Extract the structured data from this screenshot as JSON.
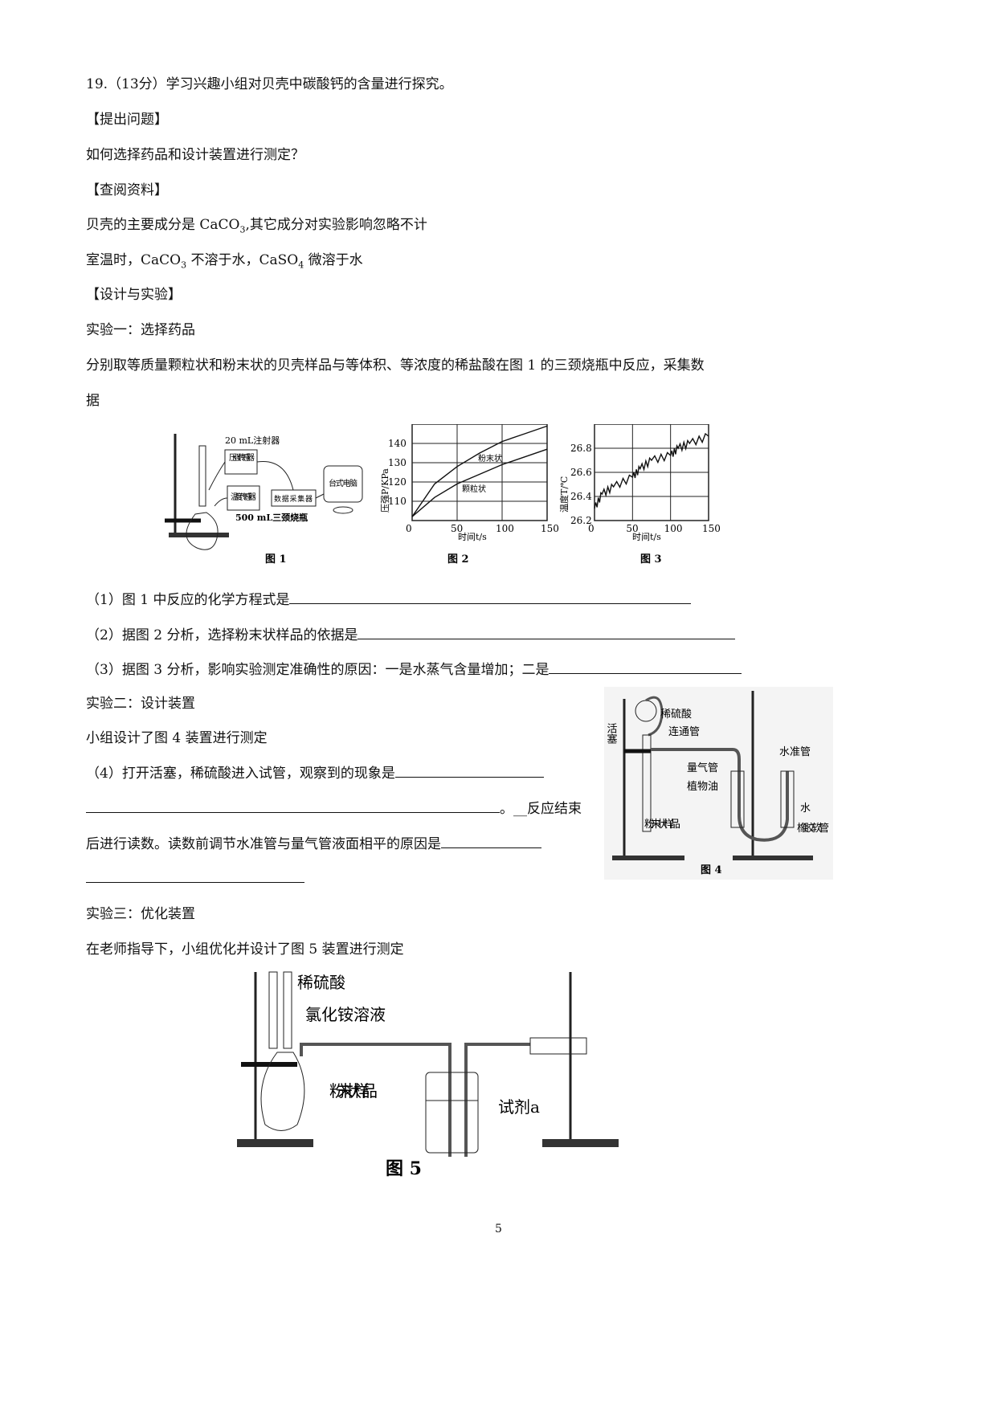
{
  "q_title": "19.（13分）学习兴趣小组对贝壳中碳酸钙的含量进行探究。",
  "h1": "【提出问题】",
  "p1": "如何选择药品和设计装置进行测定？",
  "h2": "【查阅资料】",
  "r1a": "贝壳的主要成分是 CaCO",
  "r1sub": "3",
  "r1b": ",其它成分对实验影响忽略不计",
  "r2a": "室温时，CaCO",
  "r2sub1": "3",
  "r2b": " 不溶于水，CaSO",
  "r2sub2": "4",
  "r2c": " 微溶于水",
  "h3": "【设计与实验】",
  "e1": "实验一：选择药品",
  "e1p_line1": "分别取等质量颗粒状和粉末状的贝壳样品与等体积、等浓度的稀盐酸在图 1 的三颈烧瓶中反应，采集数",
  "e1p_line2": "据",
  "fig1": {
    "caption": "图 1",
    "syringe": "20 mL注射器",
    "pressure_sensor": "压强传感器",
    "temp_sensor": "温度传感器",
    "collector": "数据采集器",
    "computer": "台式电脑",
    "flask": "500 mL三颈烧瓶"
  },
  "fig2": {
    "caption": "图 2",
    "ylabel": "压强P/KPa",
    "xlabel": "时间t/s",
    "yticks": [
      "140",
      "130",
      "120",
      "110"
    ],
    "xticks": [
      "0",
      "50",
      "100",
      "150"
    ],
    "label_powder": "粉末状",
    "label_granule": "颗粒状"
  },
  "fig3": {
    "caption": "图 3",
    "ylabel": "温度T/℃",
    "xlabel": "时间t/s",
    "yticks": [
      "26.8",
      "26.6",
      "26.4",
      "26.2"
    ],
    "xticks": [
      "0",
      "50",
      "100",
      "150"
    ]
  },
  "chart_data": [
    {
      "type": "line",
      "title": "图 2",
      "xlabel": "时间t/s",
      "ylabel": "压强P/KPa",
      "xlim": [
        0,
        150
      ],
      "ylim": [
        100,
        150
      ],
      "series": [
        {
          "name": "粉末状",
          "x": [
            0,
            25,
            50,
            75,
            100,
            125,
            150
          ],
          "y": [
            102,
            119,
            128,
            135,
            141,
            145,
            149
          ]
        },
        {
          "name": "颗粒状",
          "x": [
            0,
            25,
            50,
            75,
            100,
            125,
            150
          ],
          "y": [
            102,
            112,
            119,
            124,
            129,
            133,
            137
          ]
        }
      ]
    },
    {
      "type": "line",
      "title": "图 3",
      "xlabel": "时间t/s",
      "ylabel": "温度T/℃",
      "xlim": [
        0,
        150
      ],
      "ylim": [
        26.2,
        27.0
      ],
      "series": [
        {
          "name": "温度",
          "x": [
            0,
            10,
            25,
            50,
            60,
            75,
            100,
            110,
            125,
            150
          ],
          "y": [
            26.3,
            26.42,
            26.48,
            26.56,
            26.63,
            26.7,
            26.74,
            26.8,
            26.84,
            26.9
          ]
        }
      ]
    }
  ],
  "q1": "（1）图 1 中反应的化学方程式是",
  "q2": "（2）据图 2 分析，选择粉末状样品的依据是",
  "q3": "（3）据图 3 分析，影响实验测定准确性的原因：一是水蒸气含量增加；二是",
  "e2": "实验二：设计装置",
  "e2p": "小组设计了图 4 装置进行测定",
  "q4a": "（4）打开活塞，稀硫酸进入试管，观察到的现象是",
  "q4b": "。__反应结束",
  "q4c": "后进行读数。读数前调节水准管与量气管液面相平的原因是",
  "fig4": {
    "caption": "图 4",
    "acid": "稀硫酸",
    "stopcock": "活塞",
    "connector": "连通管",
    "level_tube": "水准管",
    "gas_tube": "量气管",
    "oil": "植物油",
    "water": "水",
    "powder": "粉末状样品",
    "hose": "橡胶软管"
  },
  "e3": "实验三：优化装置",
  "e3p": "在老师指导下，小组优化并设计了图 5 装置进行测定",
  "fig5": {
    "caption": "图 5",
    "acid": "稀硫酸",
    "nh4cl": "氯化铵溶液",
    "powder": "粉末状样品",
    "reagent": "试剂a"
  },
  "page_number": "5"
}
